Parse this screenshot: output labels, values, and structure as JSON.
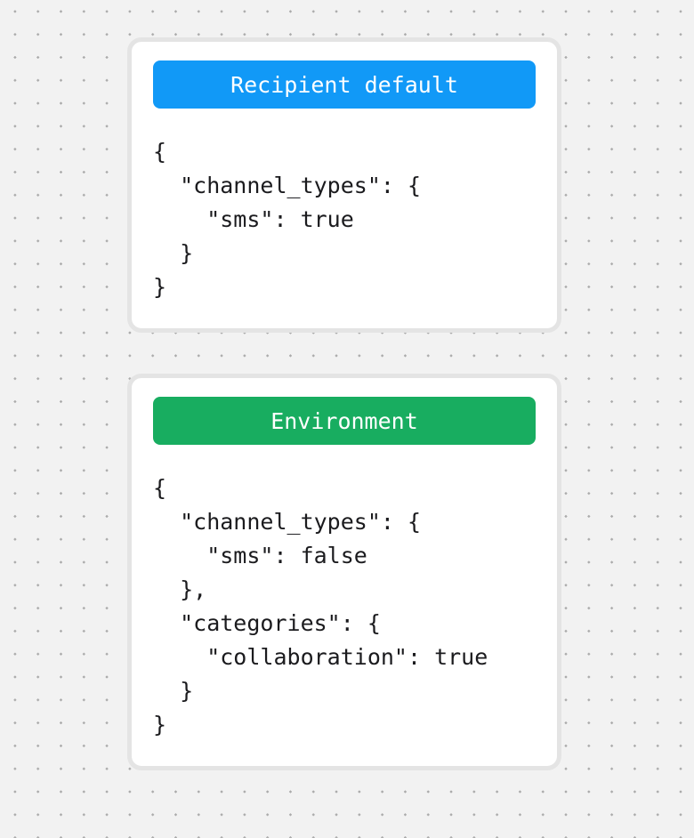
{
  "page": {
    "background_color": "#F2F2F2",
    "dot_color": "#ABABAB",
    "card_border_color": "#E4E4E4",
    "code_text_color": "#1B1B1E"
  },
  "cards": [
    {
      "id": "recipient-default",
      "header": {
        "label": "Recipient default",
        "color": "#1199F7",
        "text_color": "#FFFFFF"
      },
      "code_lines": [
        "{",
        "  \"channel_types\": {",
        "    \"sms\": true",
        "  }",
        "}"
      ]
    },
    {
      "id": "environment",
      "header": {
        "label": "Environment",
        "color": "#18AD60",
        "text_color": "#FFFFFF"
      },
      "code_lines": [
        "{",
        "  \"channel_types\": {",
        "    \"sms\": false",
        "  },",
        "  \"categories\": {",
        "    \"collaboration\": true",
        "  }",
        "}"
      ]
    }
  ]
}
